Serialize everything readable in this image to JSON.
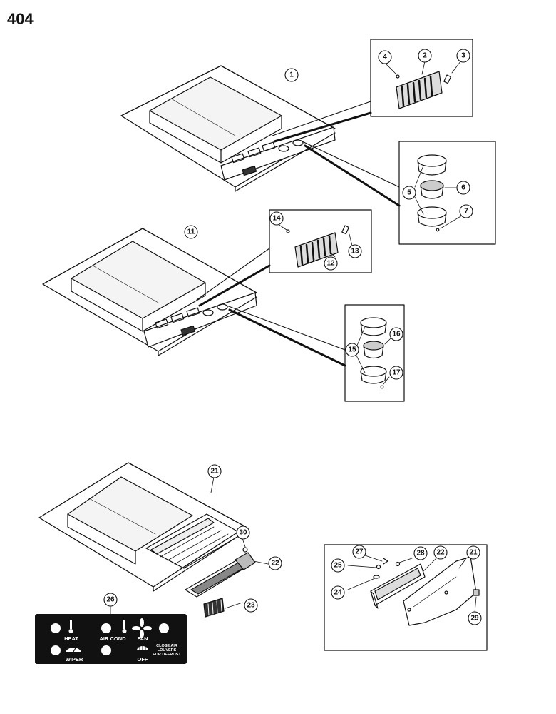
{
  "page": {
    "number": "404"
  },
  "callouts": {
    "c1": "1",
    "c2": "2",
    "c3": "3",
    "c4": "4",
    "c5": "5",
    "c6": "6",
    "c7": "7",
    "c11": "11",
    "c12": "12",
    "c13": "13",
    "c14": "14",
    "c15": "15",
    "c16": "16",
    "c17": "17",
    "c21": "21",
    "c22": "22",
    "c23": "23",
    "c26": "26",
    "c30": "30",
    "d21": "21",
    "d22": "22",
    "d24": "24",
    "d25": "25",
    "d27": "27",
    "d28": "28",
    "d29": "29"
  },
  "control_panel": {
    "heat": "HEAT",
    "air_cond": "AIR COND",
    "fan": "FAN",
    "wiper": "WIPER",
    "off": "OFF",
    "close_air_1": "CLOSE AIR",
    "close_air_2": "LOUVERS",
    "close_air_3": "FOR DEFROST"
  },
  "colors": {
    "ink": "#111111",
    "paper": "#ffffff"
  }
}
